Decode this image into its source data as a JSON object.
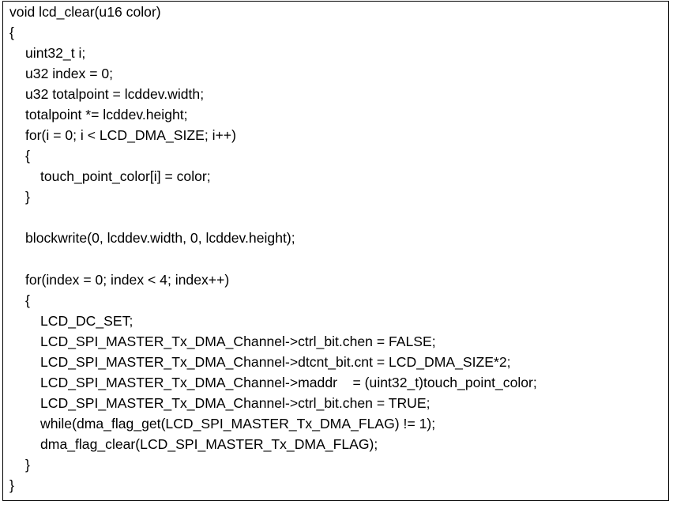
{
  "code": {
    "lines": [
      "void lcd_clear(u16 color)",
      "{",
      "    uint32_t i;",
      "    u32 index = 0;",
      "    u32 totalpoint = lcddev.width;",
      "    totalpoint *= lcddev.height;",
      "    for(i = 0; i < LCD_DMA_SIZE; i++)",
      "    {",
      "        touch_point_color[i] = color;",
      "    }",
      "",
      "    blockwrite(0, lcddev.width, 0, lcddev.height);",
      "",
      "    for(index = 0; index < 4; index++)",
      "    {",
      "        LCD_DC_SET;",
      "        LCD_SPI_MASTER_Tx_DMA_Channel->ctrl_bit.chen = FALSE;",
      "        LCD_SPI_MASTER_Tx_DMA_Channel->dtcnt_bit.cnt = LCD_DMA_SIZE*2;",
      "        LCD_SPI_MASTER_Tx_DMA_Channel->maddr    = (uint32_t)touch_point_color;",
      "        LCD_SPI_MASTER_Tx_DMA_Channel->ctrl_bit.chen = TRUE;",
      "        while(dma_flag_get(LCD_SPI_MASTER_Tx_DMA_FLAG) != 1);",
      "        dma_flag_clear(LCD_SPI_MASTER_Tx_DMA_FLAG);",
      "    }",
      "}"
    ]
  }
}
